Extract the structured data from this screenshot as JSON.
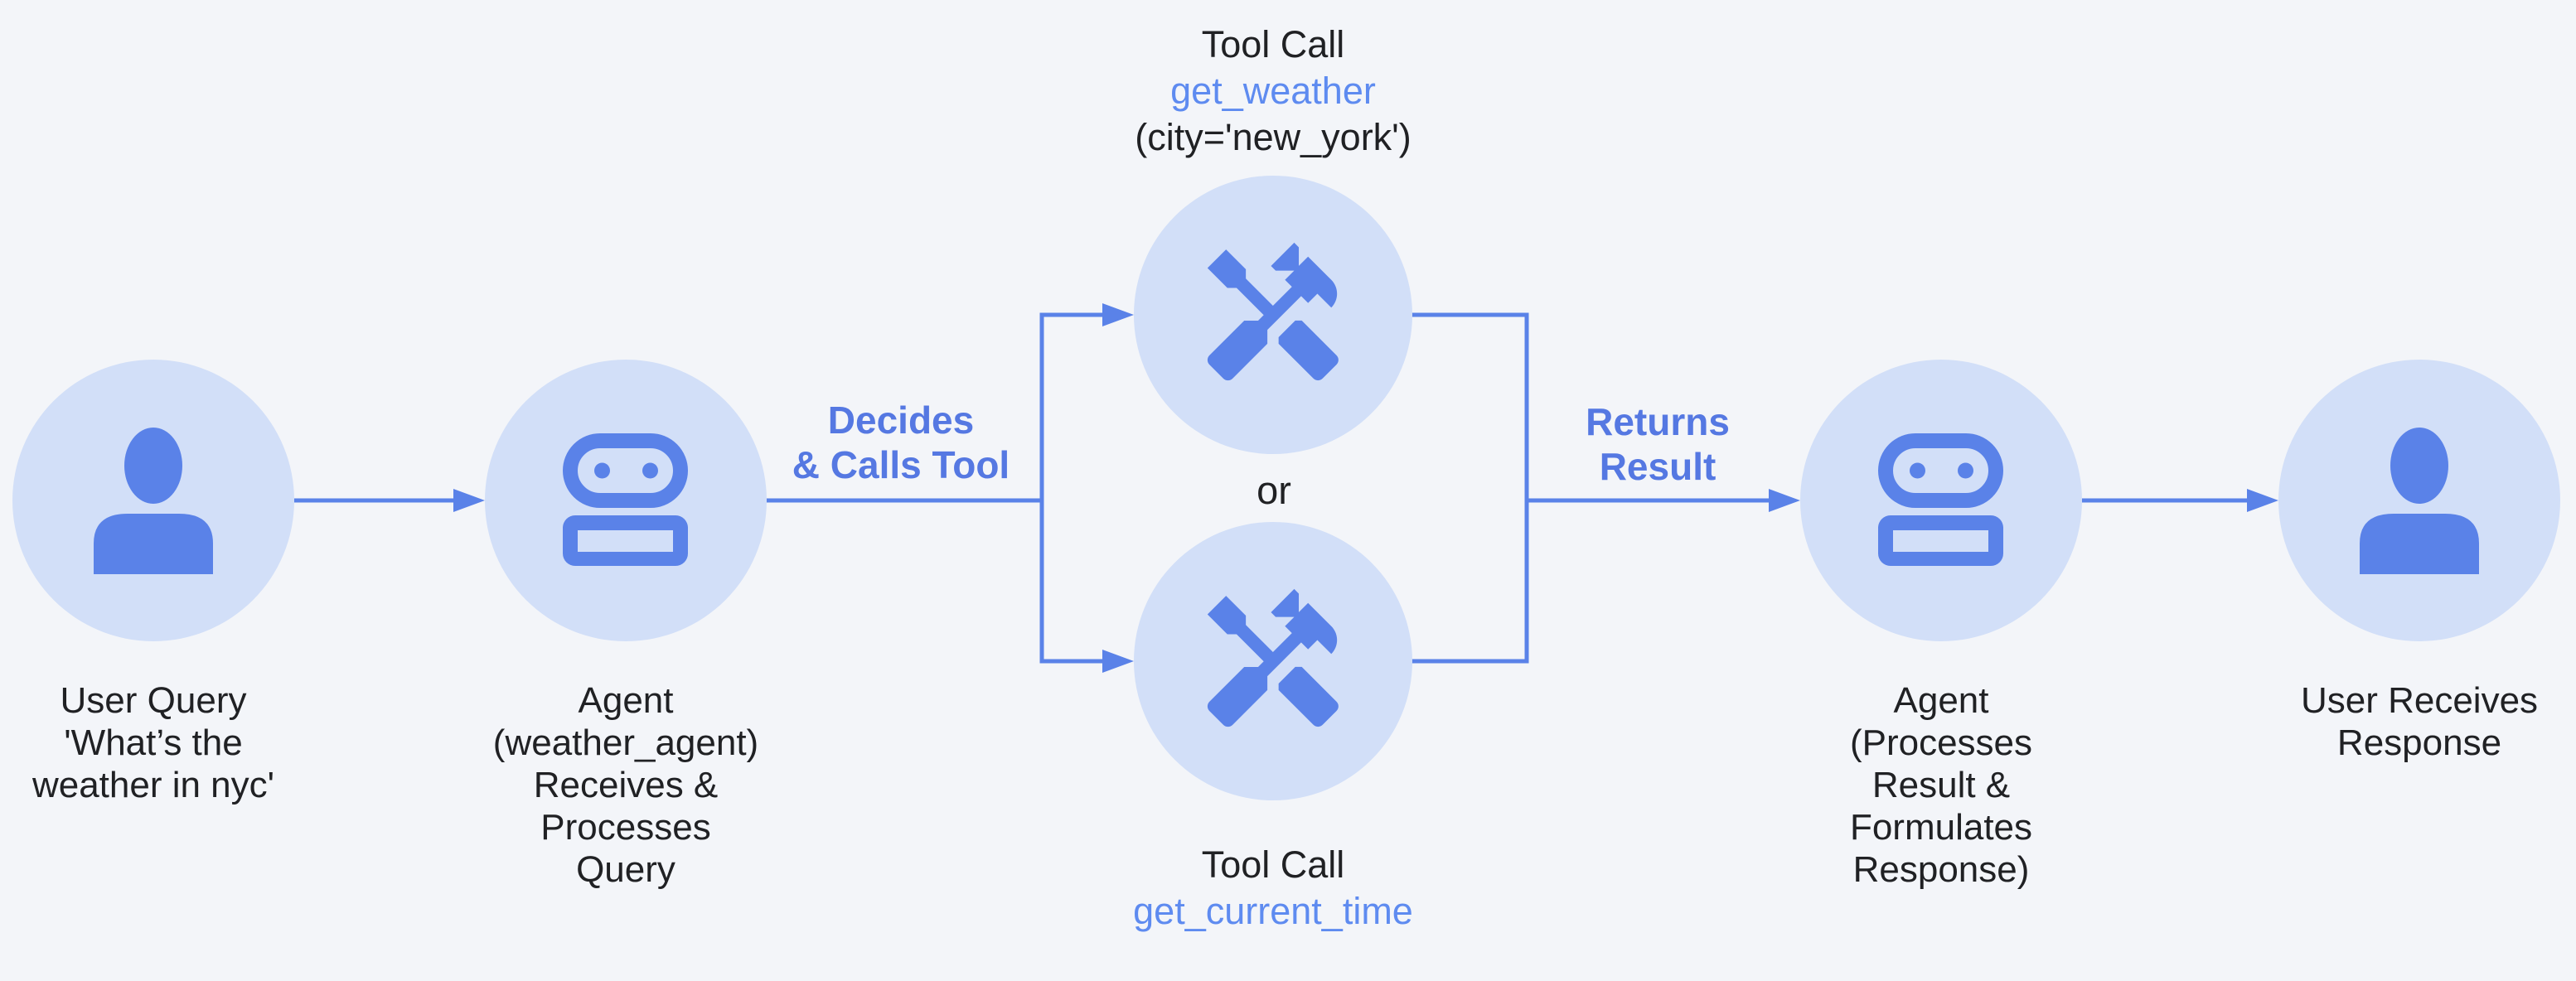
{
  "palette": {
    "background": "#f3f5f9",
    "node_fill": "#d2dff8",
    "icon_blue": "#5a82e8",
    "connector_blue": "#5a82e8",
    "text_dark": "#202124",
    "tool_name_blue": "#5e8bf0",
    "edge_label_blue": "#5578e2"
  },
  "nodes": {
    "user_query": {
      "lines": [
        "User Query",
        "'What’s the",
        "weather in nyc'"
      ],
      "icon": "person-icon"
    },
    "agent_in": {
      "lines": [
        "Agent",
        "(weather_agent)",
        "Receives &",
        "Processes",
        "Query"
      ],
      "icon": "robot-icon"
    },
    "agent_out": {
      "lines": [
        "Agent",
        "(Processes",
        "Result &",
        "Formulates",
        "Response)"
      ],
      "icon": "robot-icon"
    },
    "user_response": {
      "lines": [
        "User Receives",
        "Response"
      ],
      "icon": "person-icon"
    }
  },
  "tools": {
    "top": {
      "title": "Tool Call",
      "name": "get_weather",
      "args": "(city='new_york')",
      "icon": "tools-icon"
    },
    "bottom": {
      "title": "Tool Call",
      "name": "get_current_time",
      "icon": "tools-icon"
    },
    "or_label": "or"
  },
  "edges": {
    "decides": {
      "lines": [
        "Decides",
        "& Calls Tool"
      ]
    },
    "returns": {
      "lines": [
        "Returns",
        "Result"
      ]
    }
  }
}
